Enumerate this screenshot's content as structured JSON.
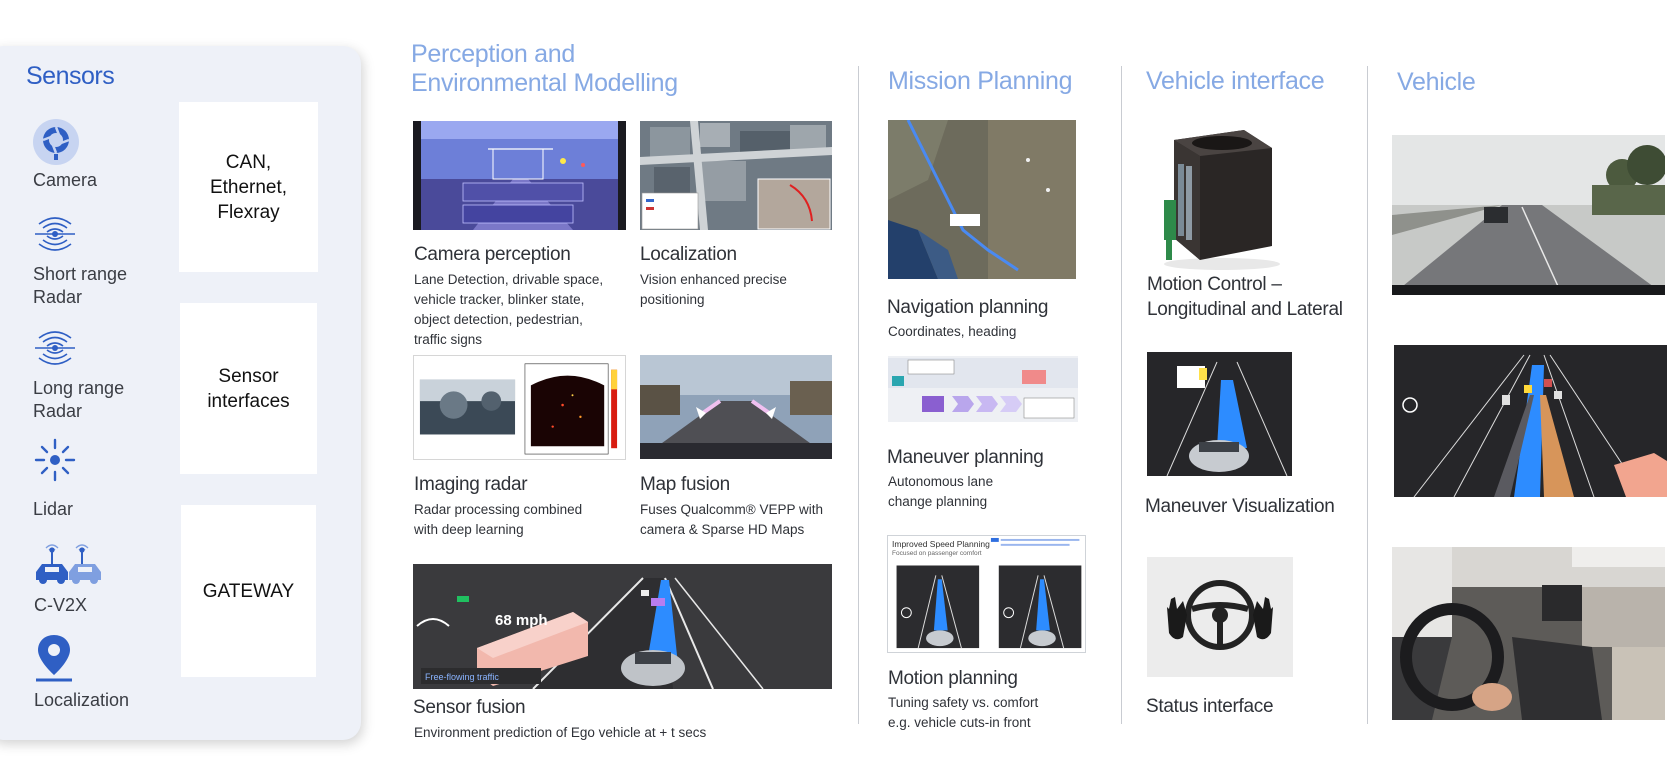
{
  "sensors": {
    "title": "Sensors",
    "items": [
      {
        "label": "Camera",
        "icon": "camera-icon"
      },
      {
        "label": "Short range Radar",
        "icon": "radar-icon"
      },
      {
        "label": "Long range Radar",
        "icon": "radar-icon"
      },
      {
        "label": "Lidar",
        "icon": "lidar-icon"
      },
      {
        "label": "C-V2X",
        "icon": "cars-signal-icon"
      },
      {
        "label": "Localization",
        "icon": "location-pin-icon"
      }
    ],
    "interfaces": [
      "CAN, Ethernet, Flexray",
      "Sensor interfaces",
      "GATEWAY"
    ]
  },
  "perception": {
    "title_line1": "Perception and",
    "title_line2": "Environmental Modelling",
    "camera": {
      "title": "Camera perception",
      "body": [
        "Lane Detection, drivable space,",
        "vehicle tracker, blinker state,",
        "object detection, pedestrian,",
        "traffic signs"
      ]
    },
    "localization": {
      "title": "Localization",
      "body": [
        "Vision enhanced precise",
        "positioning"
      ]
    },
    "imaging_radar": {
      "title": "Imaging radar",
      "body": [
        "Radar processing combined",
        "with deep learning"
      ]
    },
    "map_fusion": {
      "title": "Map fusion",
      "body": [
        "Fuses Qualcomm® VEPP with",
        "camera & Sparse HD Maps"
      ]
    },
    "sensor_fusion": {
      "title": "Sensor fusion",
      "body": "Environment prediction of  Ego vehicle at +  t secs",
      "speed_text": "68 mph",
      "traffic_text": "Free-flowing traffic"
    }
  },
  "mission": {
    "title": "Mission Planning",
    "navigation": {
      "title": "Navigation planning",
      "body": "Coordinates, heading"
    },
    "maneuver": {
      "title": "Maneuver planning",
      "body": [
        "Autonomous lane",
        "change planning"
      ]
    },
    "motion": {
      "title": "Motion planning",
      "body": [
        "Tuning safety vs. comfort",
        "e.g. vehicle cuts-in front"
      ],
      "image_title": "Improved Speed Planning",
      "image_subtitle": "Focused on passenger comfort"
    }
  },
  "vehicle_interface": {
    "title": "Vehicle interface",
    "motion_control": {
      "title_line1": "Motion Control –",
      "title_line2": "Longitudinal and Lateral"
    },
    "maneuver_viz": {
      "title": "Maneuver Visualization"
    },
    "status": {
      "title": "Status interface"
    }
  },
  "vehicle": {
    "title": "Vehicle"
  },
  "colors": {
    "accent": "#2f5fc4",
    "heading": "#86a9e4",
    "panel": "#eef1f8",
    "lane_blue": "#1e8fff"
  }
}
